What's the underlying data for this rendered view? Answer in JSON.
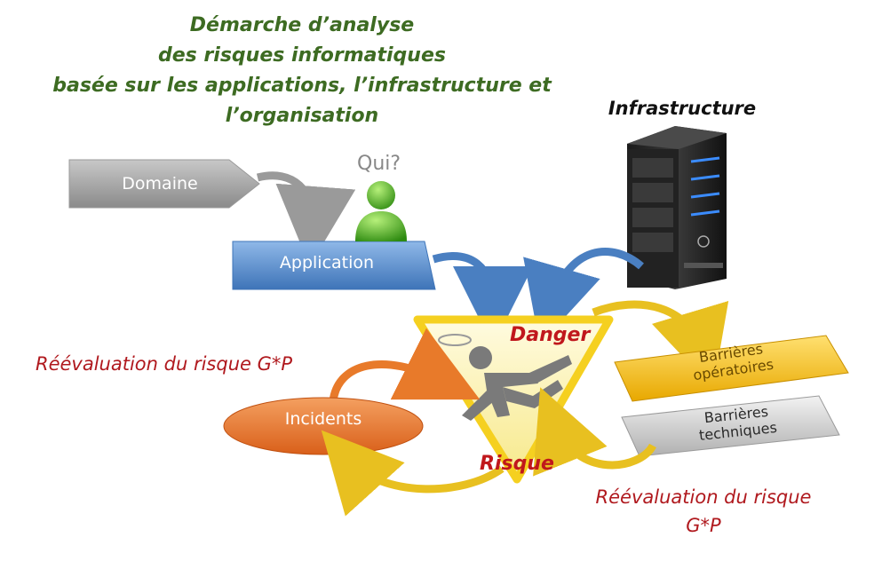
{
  "title": {
    "lines": [
      "Démarche d’analyse",
      "des risques informatiques",
      "basée sur les applications, l’infrastructure et",
      "l’organisation"
    ]
  },
  "infrastructure": {
    "label": "Infrastructure"
  },
  "actor": {
    "label": "Qui?"
  },
  "nodes": {
    "domaine": "Domaine",
    "application": "Application",
    "incidents": "Incidents",
    "barrieres_operatoires": [
      "Barrières",
      "opératoires"
    ],
    "barrieres_techniques": [
      "Barrières",
      "techniques"
    ]
  },
  "triangle": {
    "danger": "Danger",
    "risque": "Risque"
  },
  "notes": {
    "left": "Réévaluation du risque G*P",
    "right_line1": "Réévaluation du risque",
    "right_line2": "G*P"
  },
  "colors": {
    "title_green": "#3d6b22",
    "note_red": "#b0191e",
    "application_blue": "#5b8fd0",
    "incidents_orange": "#e8742a",
    "barrier_yellow": "#f5c518",
    "barrier_gray": "#cfcfcf",
    "arrow_blue": "#4a7fc1",
    "arrow_orange": "#e87a2a",
    "arrow_yellow": "#e8c020"
  },
  "icons": [
    "server-icon",
    "user-icon",
    "warning-triangle-icon",
    "falling-person-icon"
  ]
}
